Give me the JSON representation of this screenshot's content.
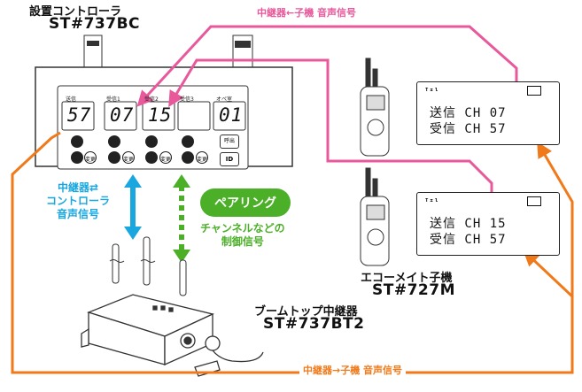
{
  "controller": {
    "name": "設置コントローラ",
    "model": "ST#737BC"
  },
  "panel": {
    "channels": [
      {
        "label": "送信",
        "value": "57"
      },
      {
        "label": "受信1",
        "value": "07"
      },
      {
        "label": "受信2",
        "value": "15"
      },
      {
        "label": "受信3",
        "value": ""
      },
      {
        "label": "オペ室",
        "value": "01"
      }
    ],
    "change_key": "変更",
    "call_key": "呼出",
    "id_key": "ID"
  },
  "repeater": {
    "name": "ブームトップ中継器",
    "model": "ST#737BT2"
  },
  "handset": {
    "name": "エコーメイト子機",
    "model": "ST#727M"
  },
  "handset1": {
    "line1": "送信 CH 07",
    "line2": "受信 CH 57"
  },
  "handset2": {
    "line1": "送信 CH 15",
    "line2": "受信 CH 57"
  },
  "labels": {
    "top_signal": "中継器←子機 音声信号",
    "bottom_signal": "中継器→子機 音声信号",
    "left_signal": [
      "中継器⇄",
      "コントローラ",
      "音声信号"
    ],
    "pairing": "ペアリング",
    "control_signal": [
      "チャンネルなどの",
      "制御信号"
    ]
  },
  "colors": {
    "pink": "#e8589b",
    "orange": "#f07a1a",
    "cyan": "#1aa7e0",
    "green": "#4caf28"
  }
}
